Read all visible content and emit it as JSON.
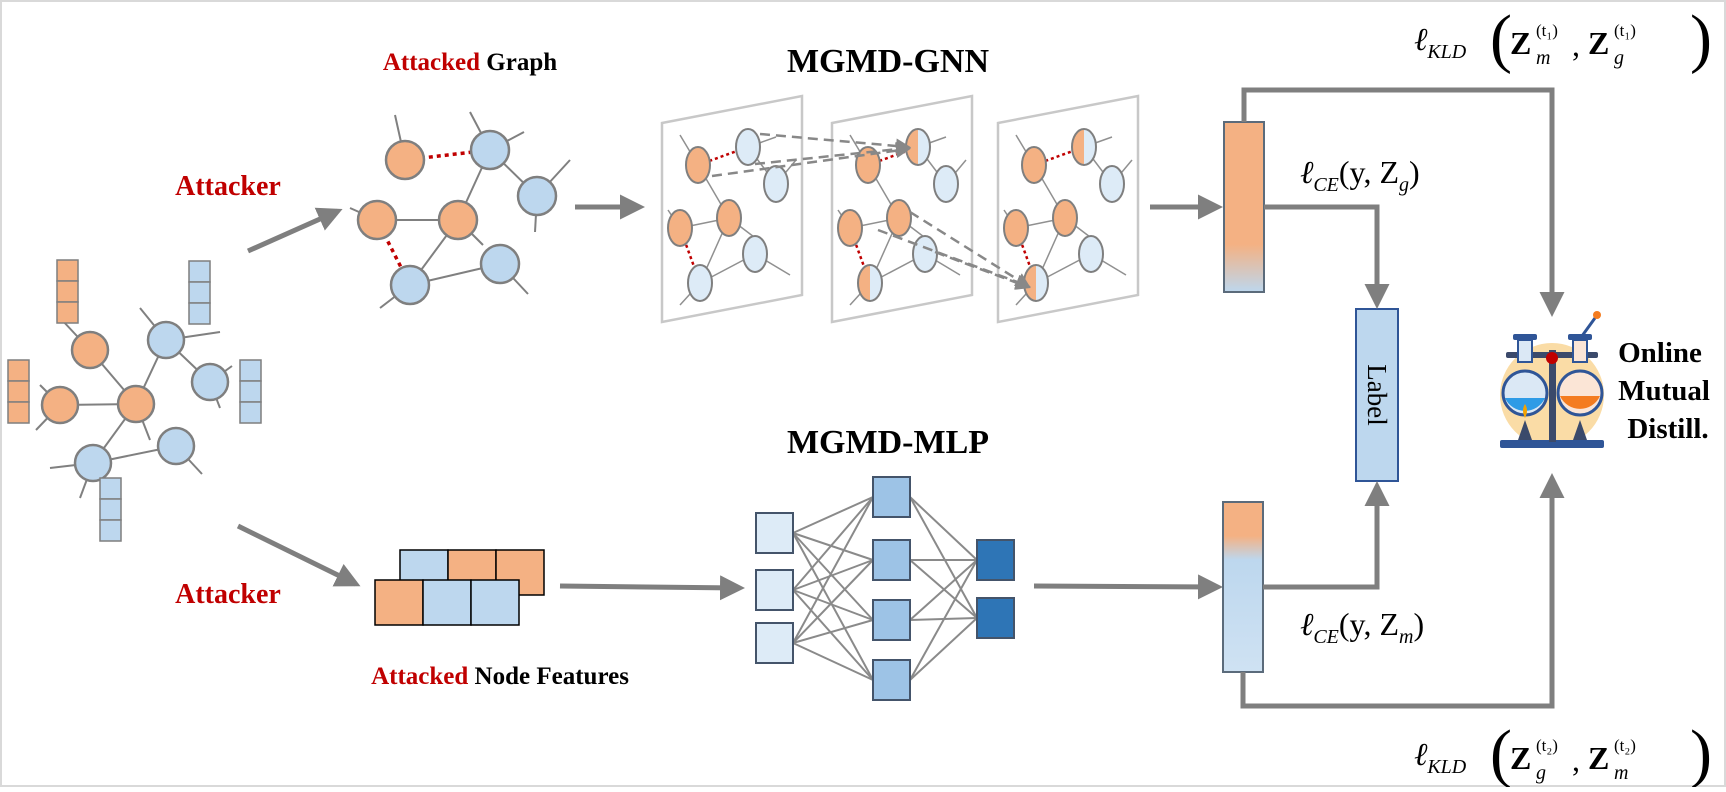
{
  "labels": {
    "attacker_top": "Attacker",
    "attacker_bottom": "Attacker",
    "attacked_graph_word1": "Attacked",
    "attacked_graph_word2": "Graph",
    "attacked_features_word1": "Attacked",
    "attacked_features_word2": "Node Features",
    "gnn_title": "MGMD-GNN",
    "mlp_title": "MGMD-MLP",
    "label_box": "Label",
    "distill_line1": "Online",
    "distill_line2": "Mutual",
    "distill_line3": "Distill."
  },
  "math": {
    "ce_g_ell": "ℓ",
    "ce_g_sub": "CE",
    "ce_g_args": "(y, Z",
    "ce_g_argsub": "g",
    "ce_g_close": ")",
    "ce_m_ell": "ℓ",
    "ce_m_sub": "CE",
    "ce_m_args": "(y, Z",
    "ce_m_argsub": "m",
    "ce_m_close": ")",
    "kld_top_ell": "ℓ",
    "kld_top_sub": "KLD",
    "kld_top_z1": "Z",
    "kld_top_z1_sub": "m",
    "kld_top_z1_sup": "(t₁)",
    "kld_top_comma": ",",
    "kld_top_z2": "Z",
    "kld_top_z2_sub": "g",
    "kld_top_z2_sup": "(t₁)",
    "kld_bot_ell": "ℓ",
    "kld_bot_sub": "KLD",
    "kld_bot_z1": "Z",
    "kld_bot_z1_sub": "g",
    "kld_bot_z1_sup": "(t₂)",
    "kld_bot_comma": ",",
    "kld_bot_z2": "Z",
    "kld_bot_z2_sub": "m",
    "kld_bot_z2_sup": "(t₂)"
  },
  "colors": {
    "orange": "#f4b183",
    "blue": "#bdd7ee",
    "light_blue": "#ddebf7",
    "dark_blue": "#2e75b6",
    "mid_blue": "#9dc3e6",
    "attacker_red": "#c00000",
    "arrow_gray": "#7f7f7f",
    "edge_gray": "#808080",
    "node_stroke": "#7f7f7f"
  },
  "icons": {
    "distillation": "lab-flask-icon"
  }
}
